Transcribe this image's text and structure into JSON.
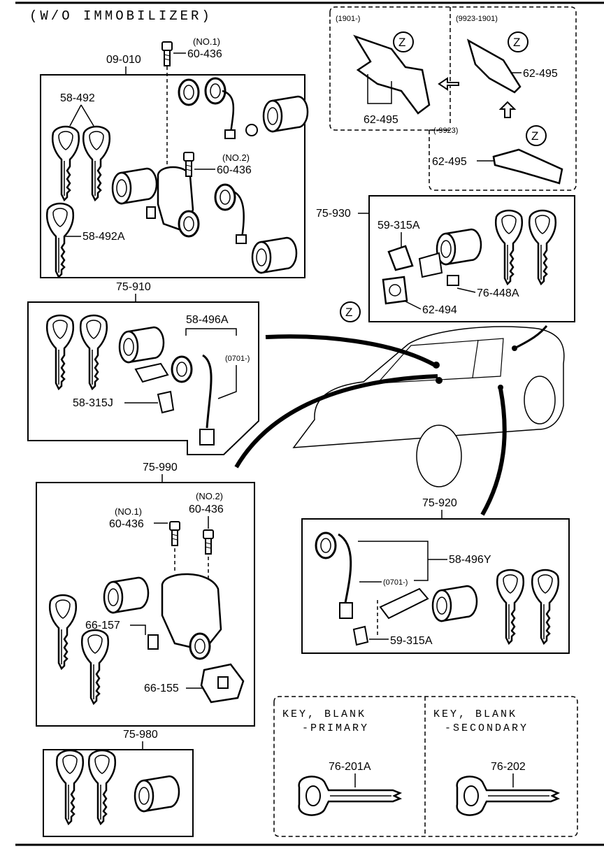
{
  "title": "(W/O IMMOBILIZER)",
  "groups": {
    "g09010": {
      "number": "09-010",
      "no1_label": "(NO.1)",
      "no1_part": "60-436",
      "no2_label": "(NO.2)",
      "no2_part": "60-436",
      "key_part": "58-492",
      "key_part_a": "58-492A"
    },
    "g75910": {
      "number": "75-910",
      "harness_part": "58-496A",
      "harness_note": "(0701-)",
      "bracket_part": "58-315J"
    },
    "g75990": {
      "number": "75-990",
      "no1_label": "(NO.1)",
      "no1_part": "60-436",
      "no2_label": "(NO.2)",
      "no2_part": "60-436",
      "part_a": "66-157",
      "part_b": "66-155"
    },
    "g75980": {
      "number": "75-980"
    },
    "g75930": {
      "number": "75-930",
      "part_a": "59-315A",
      "part_b": "76-448A",
      "part_c": "62-494",
      "z": "Z"
    },
    "g75920": {
      "number": "75-920",
      "harness_part": "58-496Y",
      "harness_note": "(0701-)",
      "part_a": "59-315A"
    },
    "variants": {
      "v1": {
        "range": "(1901-)",
        "part": "62-495",
        "z": "Z"
      },
      "v2": {
        "range": "(9923-1901)",
        "part": "62-495",
        "z": "Z"
      },
      "v3": {
        "range": "(-9923)",
        "part": "62-495",
        "z": "Z"
      }
    },
    "blanks": {
      "primary": {
        "line1": "KEY, BLANK",
        "line2": "-PRIMARY",
        "part": "76-201A"
      },
      "secondary": {
        "line1": "KEY, BLANK",
        "line2": "-SECONDARY",
        "part": "76-202"
      }
    }
  }
}
